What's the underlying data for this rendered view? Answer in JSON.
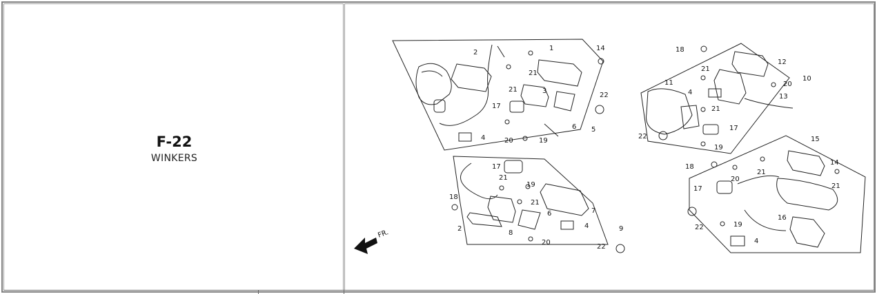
{
  "section": {
    "code": "F-22",
    "title": "WINKERS"
  },
  "diagram": {
    "direction_label": "FR.",
    "callouts": [
      "1",
      "2",
      "3",
      "4",
      "5",
      "6",
      "7",
      "8",
      "9",
      "10",
      "11",
      "12",
      "13",
      "14",
      "15",
      "16",
      "17",
      "18",
      "19",
      "20",
      "21",
      "22"
    ]
  }
}
